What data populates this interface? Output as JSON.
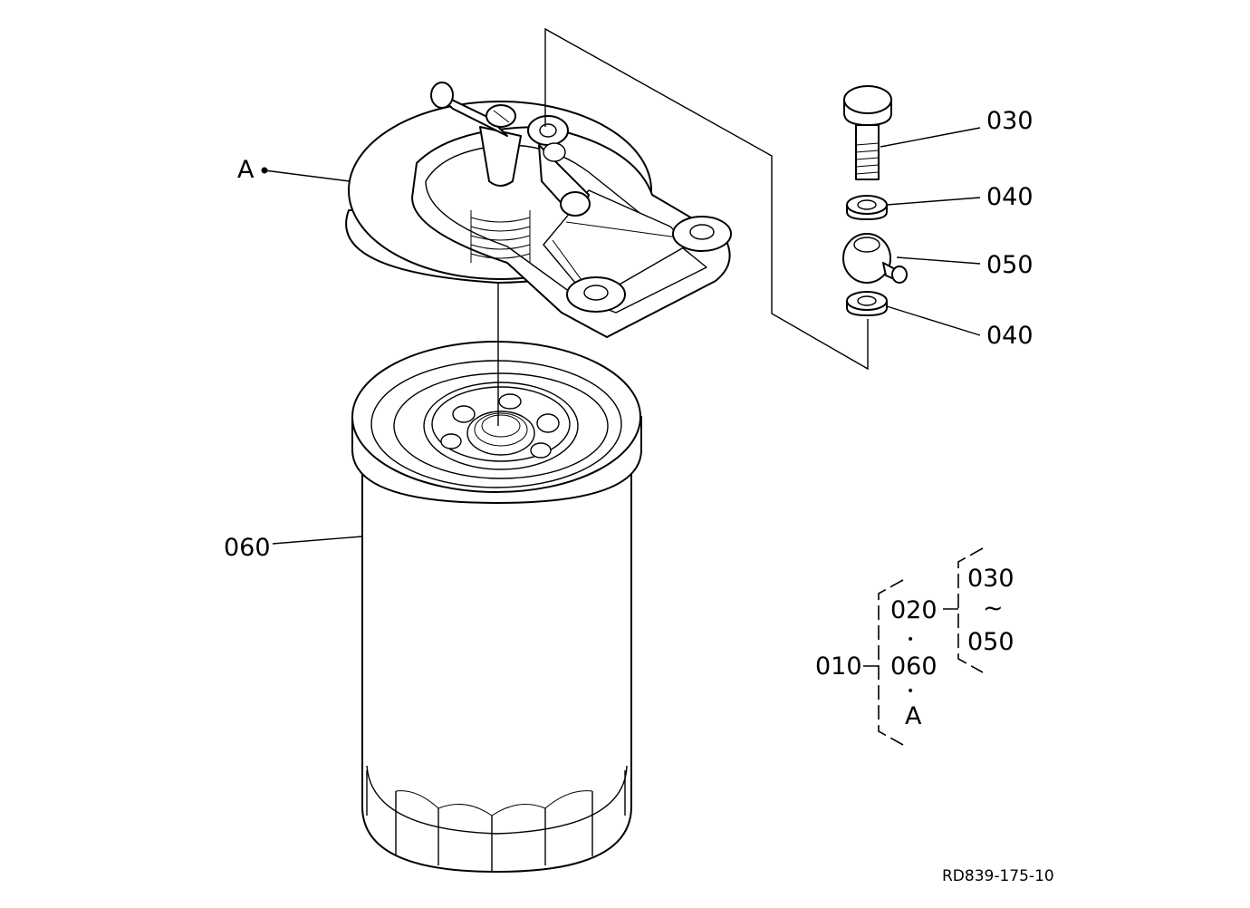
{
  "callouts": {
    "a": "A",
    "bolt": "030",
    "washer_upper": "040",
    "banjo": "050",
    "washer_lower": "040",
    "filter": "060"
  },
  "assembly": {
    "root": "010",
    "group": "020",
    "sub_start": "030",
    "range_mark": "~",
    "sub_end": "050",
    "dot1": "•",
    "filter": "060",
    "dot2": "•",
    "a": "A"
  },
  "drawing_ref": "RD839-175-10"
}
